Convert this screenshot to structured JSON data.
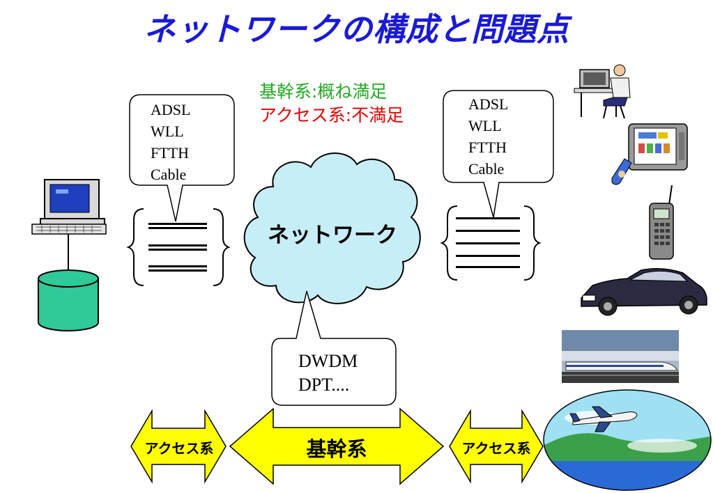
{
  "title": "ネットワークの構成と問題点",
  "status": {
    "core": "基幹系:概ね満足",
    "access": "アクセス系:不満足"
  },
  "left_callout": {
    "lines": [
      "ADSL",
      "WLL",
      "FTTH",
      "Cable"
    ]
  },
  "right_callout": {
    "lines": [
      "ADSL",
      "WLL",
      "FTTH",
      "Cable"
    ]
  },
  "cloud": {
    "label": "ネットワーク"
  },
  "backbone_callout": {
    "lines": [
      "DWDM",
      "DPT...."
    ]
  },
  "arrows": {
    "left_access": "アクセス系",
    "core": "基幹系",
    "right_access": "アクセス系"
  },
  "colors": {
    "title": "#1a1ad6",
    "core_status": "#22aa22",
    "access_status": "#e60000",
    "cloud_fill": "#c7eef6",
    "arrow_fill": "#ffff00",
    "database_fill": "#2fc99a"
  },
  "icons": [
    "desktop-computer-icon",
    "database-icon",
    "office-worker-icon",
    "tv-remote-icon",
    "mobile-phone-icon",
    "car-icon",
    "bullet-train-icon",
    "airplane-icon"
  ]
}
